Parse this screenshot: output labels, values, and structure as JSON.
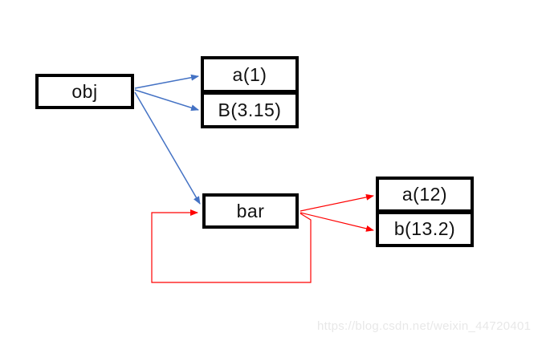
{
  "nodes": {
    "obj": {
      "label": "obj"
    },
    "bar": {
      "label": "bar"
    },
    "obj_attrs": [
      {
        "label": "a(1)"
      },
      {
        "label": "B(3.15)"
      }
    ],
    "bar_attrs": [
      {
        "label": "a(12)"
      },
      {
        "label": "b(13.2)"
      }
    ]
  },
  "edges": [
    {
      "from": "obj",
      "to": "a(1)",
      "color": "blue"
    },
    {
      "from": "obj",
      "to": "B(3.15)",
      "color": "blue"
    },
    {
      "from": "obj",
      "to": "bar",
      "color": "blue"
    },
    {
      "from": "bar",
      "to": "a(12)",
      "color": "red"
    },
    {
      "from": "bar",
      "to": "b(13.2)",
      "color": "red"
    },
    {
      "from": "bar",
      "to": "bar",
      "color": "red",
      "type": "self-loop"
    }
  ],
  "colors": {
    "edge_blue": "#4472C4",
    "edge_red": "#FF0000",
    "box_border": "#000000",
    "text": "#111111",
    "watermark": "#E8E8E8"
  },
  "watermark": {
    "text": "https://blog.csdn.net/weixin_44720401"
  }
}
